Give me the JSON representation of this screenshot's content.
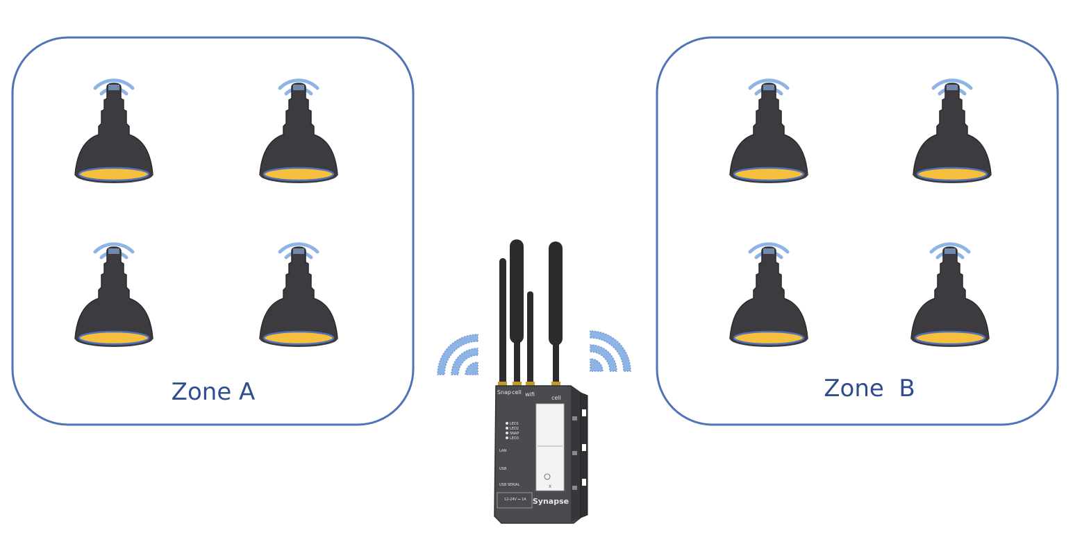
{
  "zones": [
    {
      "label": "Zone A",
      "bulb_count": 4
    },
    {
      "label": "Zone  B",
      "bulb_count": 4
    }
  ],
  "gateway": {
    "brand": "Synapse",
    "port_labels": [
      "Snap",
      "cell",
      "wifi",
      "cell"
    ],
    "led_labels": [
      "LED1",
      "LED2",
      "SNAP",
      "LED3"
    ],
    "side_labels": [
      "LAN",
      "USB",
      "USB SERIAL"
    ],
    "power_label": "12-24V ⎓ 1A"
  },
  "icons": {
    "bulb": "smart-bulb-icon",
    "wireless": "wireless-signal-icon"
  },
  "colors": {
    "zone_border": "#4f72b8",
    "zone_label": "#2f4d8e",
    "bulb_body": "#3d3b40",
    "bulb_light": "#f6bf3e",
    "signal": "#8eb4e6",
    "gateway_body": "#4a4b4f"
  }
}
